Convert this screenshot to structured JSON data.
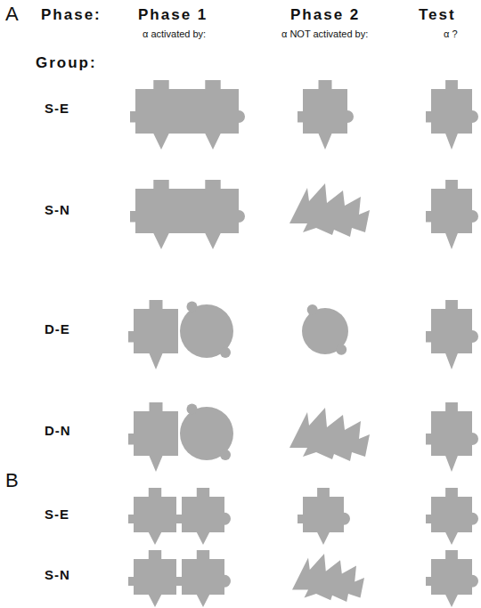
{
  "diagram": {
    "labels": [
      "A",
      "Phase:",
      "Phase 1",
      "Phase 2",
      "Test",
      "α activated by:",
      "α NOT activated by:",
      "α ?",
      "Group:",
      "S-E",
      "S-N",
      "D-E",
      "D-N",
      "B",
      "S-E",
      "S-N"
    ]
  }
}
